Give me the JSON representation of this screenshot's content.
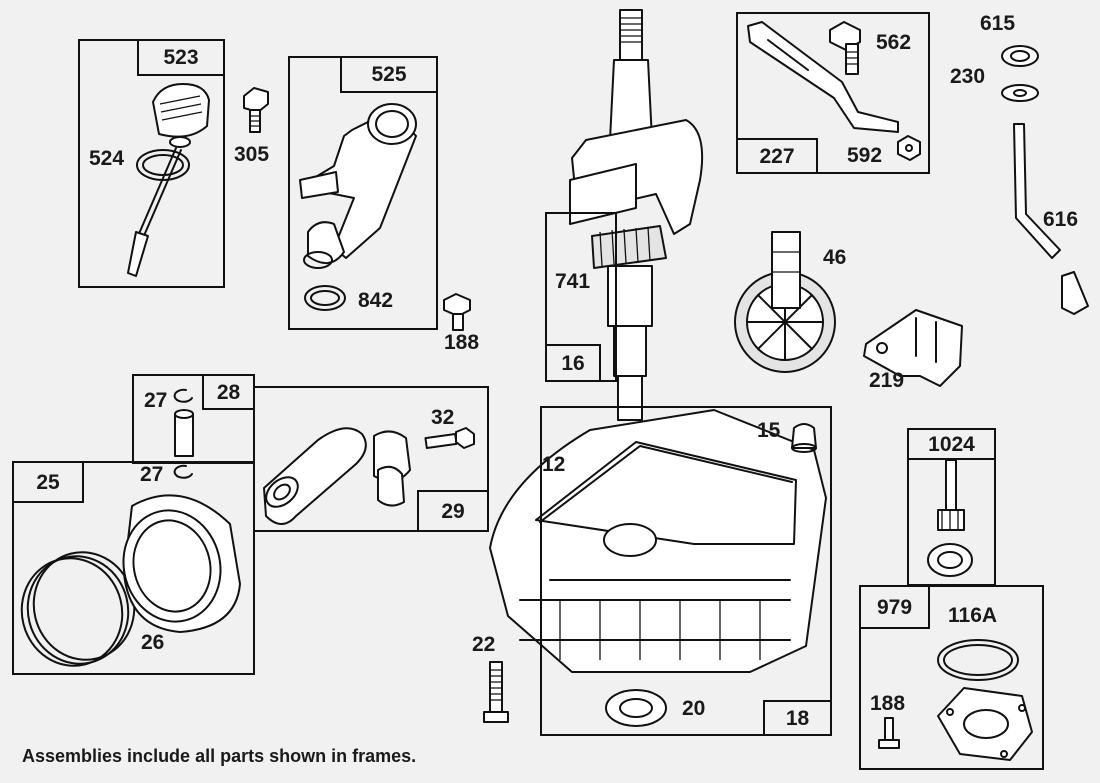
{
  "title": "Engine parts diagram",
  "footnote": "Assemblies include all parts shown in frames.",
  "assembly_tags": [
    {
      "id": "523"
    },
    {
      "id": "525"
    },
    {
      "id": "16"
    },
    {
      "id": "227"
    },
    {
      "id": "28"
    },
    {
      "id": "25"
    },
    {
      "id": "29"
    },
    {
      "id": "18"
    },
    {
      "id": "1024"
    },
    {
      "id": "979"
    }
  ],
  "part_labels": [
    {
      "id": "524"
    },
    {
      "id": "305"
    },
    {
      "id": "842"
    },
    {
      "id": "188"
    },
    {
      "id": "741"
    },
    {
      "id": "562"
    },
    {
      "id": "592"
    },
    {
      "id": "615"
    },
    {
      "id": "230"
    },
    {
      "id": "616"
    },
    {
      "id": "46"
    },
    {
      "id": "219"
    },
    {
      "id": "27"
    },
    {
      "id": "32"
    },
    {
      "id": "27"
    },
    {
      "id": "26"
    },
    {
      "id": "15"
    },
    {
      "id": "12"
    },
    {
      "id": "22"
    },
    {
      "id": "20"
    },
    {
      "id": "116A"
    },
    {
      "id": "188"
    }
  ]
}
